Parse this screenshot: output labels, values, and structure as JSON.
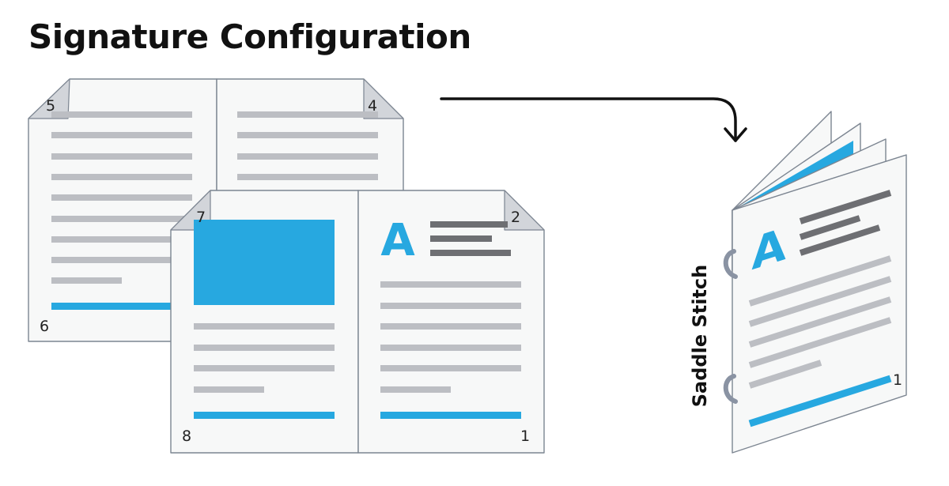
{
  "title": "Signature Configuration",
  "colors": {
    "page": "#f7f8f8",
    "outline": "#7c8591",
    "fold": "#d2d5da",
    "line_light": "#bcbec3",
    "line_dark": "#6e6f73",
    "accent": "#27a8e0",
    "ink": "#111111"
  },
  "back_spread": {
    "left_page_number": "5",
    "right_page_number": "4",
    "bottom_page_number": "6"
  },
  "front_spread": {
    "left_page_number": "7",
    "right_page_number": "2",
    "left_bottom_number": "8",
    "right_bottom_number": "1",
    "heading_letter": "A"
  },
  "booklet": {
    "heading_letter": "A",
    "page_number": "1",
    "binding_label": "Saddle Stitch"
  },
  "icons": {
    "arrow": "curved-arrow-icon",
    "staple": "staple-icon"
  }
}
